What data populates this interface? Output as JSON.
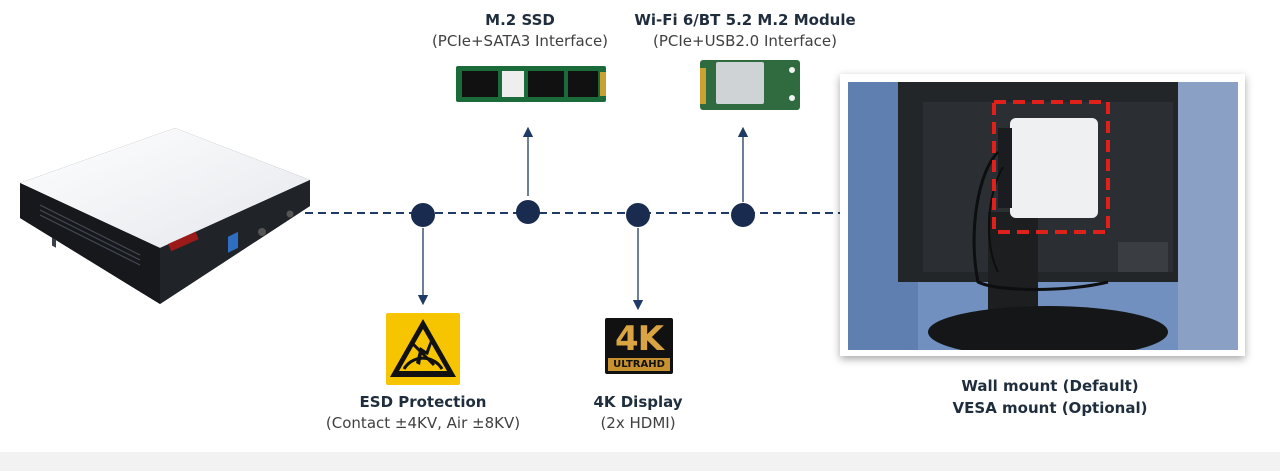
{
  "features": {
    "ssd": {
      "title": "M.2 SSD",
      "subtitle": "(PCIe+SATA3 Interface)"
    },
    "wifi": {
      "title": "Wi-Fi 6/BT 5.2 M.2 Module",
      "subtitle": "(PCIe+USB2.0 Interface)"
    },
    "esd": {
      "title": "ESD Protection",
      "subtitle": "(Contact ±4KV, Air ±8KV)"
    },
    "display": {
      "title": "4K Display",
      "subtitle": "(2x HDMI)"
    },
    "mount": {
      "line1": "Wall mount (Default)",
      "line2": "VESA mount (Optional)"
    }
  },
  "logo_4k": {
    "big": "4K",
    "small": "ULTRAHD"
  },
  "colors": {
    "node": "#1a2b50",
    "line": "#1f3a66",
    "esd_yellow": "#f6c500",
    "highlight": "#e0201b"
  },
  "icons": [
    "mini-pc-image",
    "ssd-card-image",
    "wifi-module-image",
    "esd-warning-icon",
    "4k-ultrahd-logo",
    "monitor-mount-photo"
  ]
}
